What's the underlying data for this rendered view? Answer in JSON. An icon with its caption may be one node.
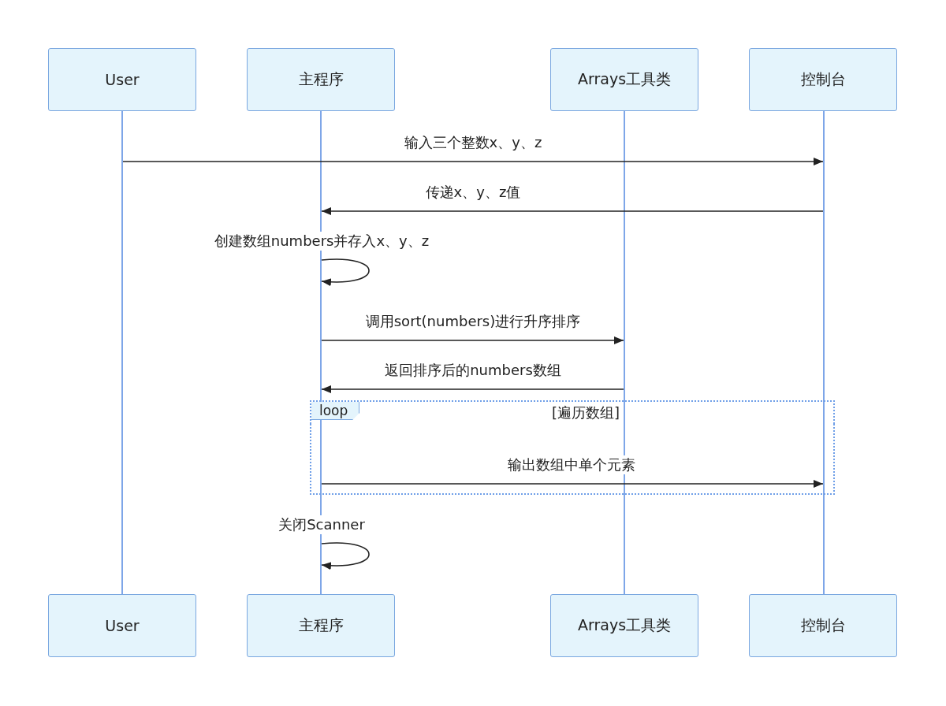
{
  "diagram": {
    "nodes": [
      {
        "text": [
          "User"
        ]
      },
      {
        "text": [
          "主程序"
        ]
      },
      {
        "text": [
          "Arrays工具类"
        ]
      },
      {
        "text": [
          "控制台"
        ]
      },
      {
        "text": [],
        "shape": "line"
      },
      {
        "text": [],
        "shape": "line"
      },
      {
        "text": [],
        "shape": "line"
      },
      {
        "text": [],
        "shape": "line"
      },
      {
        "text": [
          "loop",
          "[遍历数组]"
        ]
      },
      {
        "text": [
          "User"
        ]
      },
      {
        "text": [
          "主程序"
        ]
      },
      {
        "text": [
          "Arrays工具类"
        ]
      },
      {
        "text": [
          "控制台"
        ]
      }
    ],
    "edges": [
      {
        "from": 4,
        "to": 7,
        "arrow": "to",
        "label": "输入三个整数x、y、z"
      },
      {
        "from": 7,
        "to": 5,
        "arrow": "to",
        "label": "传递x、y、z值"
      },
      {
        "from": 5,
        "to": 5,
        "arrow": "to",
        "label": "创建数组numbers并存入x、y、z"
      },
      {
        "from": 5,
        "to": 6,
        "arrow": "to",
        "label": "调用sort(numbers)进行升序排序"
      },
      {
        "from": 6,
        "to": 5,
        "arrow": "to",
        "label": "返回排序后的numbers数组"
      },
      {
        "from": 5,
        "to": 7,
        "arrow": "to",
        "label": "输出数组中单个元素"
      },
      {
        "from": 5,
        "to": 5,
        "arrow": "to",
        "label": "关闭Scanner"
      }
    ]
  }
}
